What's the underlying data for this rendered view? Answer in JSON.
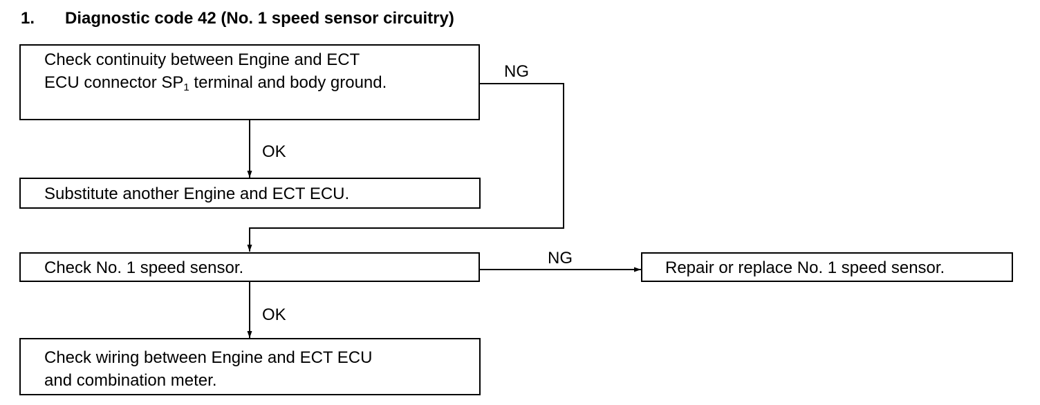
{
  "title": {
    "number": "1.",
    "text": "Diagnostic code 42 (No. 1 speed sensor circuitry)"
  },
  "boxes": {
    "check_continuity": {
      "line1": "Check continuity between Engine and ECT",
      "line2_pre": "ECU connector SP",
      "line2_sub": "1",
      "line2_post": " terminal and body ground."
    },
    "substitute_ecu": {
      "line1": "Substitute another Engine and ECT ECU."
    },
    "check_sensor": {
      "line1": "Check No. 1 speed sensor."
    },
    "repair_sensor": {
      "line1": "Repair or replace No. 1 speed sensor."
    },
    "check_wiring": {
      "line1": "Check wiring between Engine and ECT ECU",
      "line2": "and combination meter."
    }
  },
  "labels": {
    "ng_1": "NG",
    "ok_1": "OK",
    "ng_2": "NG",
    "ok_2": "OK"
  }
}
